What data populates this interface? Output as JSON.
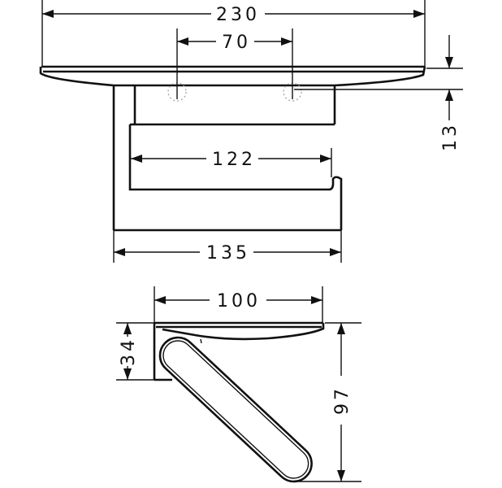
{
  "top_view": {
    "dim_width_total": "230",
    "dim_hole_spacing": "70",
    "dim_shelf_thickness": "13",
    "dim_roll_length": "122",
    "dim_plate_width": "135"
  },
  "side_view": {
    "dim_depth": "100",
    "dim_plate_height": "34",
    "dim_total_height": "97"
  },
  "colors": {
    "line": "#111111",
    "hidden": "#aaaaaa"
  }
}
